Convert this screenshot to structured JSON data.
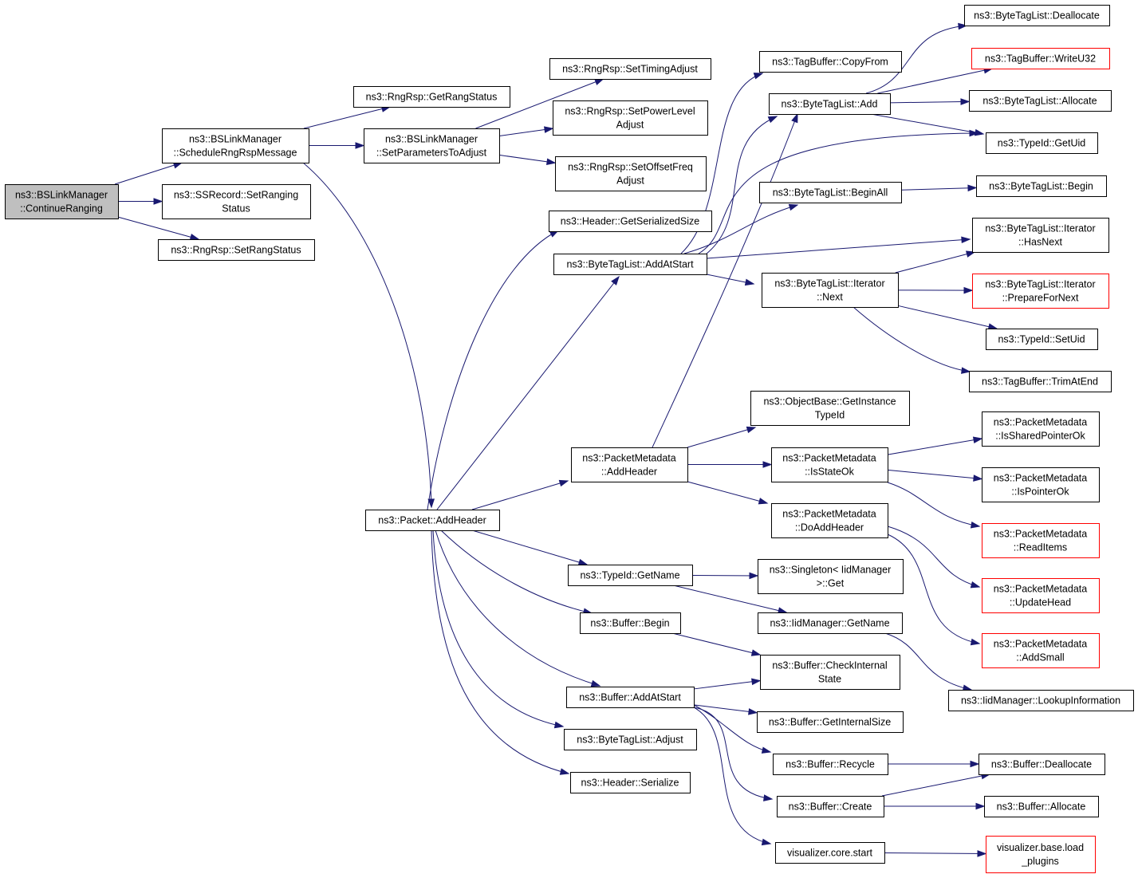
{
  "graph": {
    "edge_color": "#191970",
    "highlight_fill": "#bfbfbf",
    "red_border": "#ff0000",
    "nodes": [
      {
        "id": "n0",
        "lines": [
          "ns3::BSLinkManager",
          "::ContinueRanging"
        ],
        "root": true
      },
      {
        "id": "n1",
        "lines": [
          "ns3::BSLinkManager",
          "::ScheduleRngRspMessage"
        ]
      },
      {
        "id": "n2",
        "lines": [
          "ns3::SSRecord::SetRanging",
          "Status"
        ]
      },
      {
        "id": "n3",
        "lines": [
          "ns3::RngRsp::SetRangStatus"
        ]
      },
      {
        "id": "n4",
        "lines": [
          "ns3::RngRsp::GetRangStatus"
        ]
      },
      {
        "id": "n5",
        "lines": [
          "ns3::BSLinkManager",
          "::SetParametersToAdjust"
        ]
      },
      {
        "id": "n6",
        "lines": [
          "ns3::Packet::AddHeader"
        ]
      },
      {
        "id": "n7",
        "lines": [
          "ns3::RngRsp::SetTimingAdjust"
        ]
      },
      {
        "id": "n8",
        "lines": [
          "ns3::RngRsp::SetPowerLevel",
          "Adjust"
        ]
      },
      {
        "id": "n9",
        "lines": [
          "ns3::RngRsp::SetOffsetFreq",
          "Adjust"
        ]
      },
      {
        "id": "n10",
        "lines": [
          "ns3::Header::GetSerializedSize"
        ]
      },
      {
        "id": "n11",
        "lines": [
          "ns3::ByteTagList::AddAtStart"
        ]
      },
      {
        "id": "n12",
        "lines": [
          "ns3::PacketMetadata",
          "::AddHeader"
        ]
      },
      {
        "id": "n13",
        "lines": [
          "ns3::TypeId::GetName"
        ]
      },
      {
        "id": "n14",
        "lines": [
          "ns3::Buffer::Begin"
        ]
      },
      {
        "id": "n15",
        "lines": [
          "ns3::Buffer::AddAtStart"
        ]
      },
      {
        "id": "n16",
        "lines": [
          "ns3::ByteTagList::Adjust"
        ]
      },
      {
        "id": "n17",
        "lines": [
          "ns3::Header::Serialize"
        ]
      },
      {
        "id": "n18",
        "lines": [
          "ns3::TagBuffer::CopyFrom"
        ]
      },
      {
        "id": "n19",
        "lines": [
          "ns3::ByteTagList::Add"
        ]
      },
      {
        "id": "n20",
        "lines": [
          "ns3::ByteTagList::BeginAll"
        ]
      },
      {
        "id": "n21",
        "lines": [
          "ns3::ByteTagList::Iterator",
          "::Next"
        ]
      },
      {
        "id": "n22",
        "lines": [
          "ns3::ObjectBase::GetInstance",
          "TypeId"
        ]
      },
      {
        "id": "n23",
        "lines": [
          "ns3::PacketMetadata",
          "::IsStateOk"
        ]
      },
      {
        "id": "n24",
        "lines": [
          "ns3::PacketMetadata",
          "::DoAddHeader"
        ]
      },
      {
        "id": "n25",
        "lines": [
          "ns3::Singleton< IidManager",
          ">::Get"
        ]
      },
      {
        "id": "n26",
        "lines": [
          "ns3::IidManager::GetName"
        ]
      },
      {
        "id": "n27",
        "lines": [
          "ns3::Buffer::CheckInternal",
          "State"
        ]
      },
      {
        "id": "n28",
        "lines": [
          "ns3::Buffer::GetInternalSize"
        ]
      },
      {
        "id": "n29",
        "lines": [
          "ns3::Buffer::Recycle"
        ]
      },
      {
        "id": "n30",
        "lines": [
          "ns3::Buffer::Create"
        ]
      },
      {
        "id": "n31",
        "lines": [
          "visualizer.core.start"
        ]
      },
      {
        "id": "n32",
        "lines": [
          "ns3::ByteTagList::Deallocate"
        ]
      },
      {
        "id": "n33",
        "lines": [
          "ns3::TagBuffer::WriteU32"
        ],
        "red": true
      },
      {
        "id": "n34",
        "lines": [
          "ns3::ByteTagList::Allocate"
        ]
      },
      {
        "id": "n35",
        "lines": [
          "ns3::TypeId::GetUid"
        ]
      },
      {
        "id": "n36",
        "lines": [
          "ns3::ByteTagList::Begin"
        ]
      },
      {
        "id": "n37",
        "lines": [
          "ns3::ByteTagList::Iterator",
          "::HasNext"
        ]
      },
      {
        "id": "n38",
        "lines": [
          "ns3::ByteTagList::Iterator",
          "::PrepareForNext"
        ],
        "red": true
      },
      {
        "id": "n39",
        "lines": [
          "ns3::TypeId::SetUid"
        ]
      },
      {
        "id": "n40",
        "lines": [
          "ns3::TagBuffer::TrimAtEnd"
        ]
      },
      {
        "id": "n41",
        "lines": [
          "ns3::PacketMetadata",
          "::IsSharedPointerOk"
        ]
      },
      {
        "id": "n42",
        "lines": [
          "ns3::PacketMetadata",
          "::IsPointerOk"
        ]
      },
      {
        "id": "n43",
        "lines": [
          "ns3::PacketMetadata",
          "::ReadItems"
        ],
        "red": true
      },
      {
        "id": "n44",
        "lines": [
          "ns3::PacketMetadata",
          "::UpdateHead"
        ],
        "red": true
      },
      {
        "id": "n45",
        "lines": [
          "ns3::PacketMetadata",
          "::AddSmall"
        ],
        "red": true
      },
      {
        "id": "n46",
        "lines": [
          "ns3::IidManager::LookupInformation"
        ]
      },
      {
        "id": "n47",
        "lines": [
          "ns3::Buffer::Deallocate"
        ]
      },
      {
        "id": "n48",
        "lines": [
          "ns3::Buffer::Allocate"
        ]
      },
      {
        "id": "n49",
        "lines": [
          "visualizer.base.load",
          "_plugins"
        ],
        "red": true
      }
    ],
    "edges": [
      [
        "n0",
        "n1"
      ],
      [
        "n0",
        "n2"
      ],
      [
        "n0",
        "n3"
      ],
      [
        "n1",
        "n4"
      ],
      [
        "n1",
        "n5"
      ],
      [
        "n1",
        "n6"
      ],
      [
        "n5",
        "n7"
      ],
      [
        "n5",
        "n8"
      ],
      [
        "n5",
        "n9"
      ],
      [
        "n6",
        "n10"
      ],
      [
        "n6",
        "n11"
      ],
      [
        "n6",
        "n12"
      ],
      [
        "n6",
        "n13"
      ],
      [
        "n6",
        "n14"
      ],
      [
        "n6",
        "n15"
      ],
      [
        "n6",
        "n16"
      ],
      [
        "n6",
        "n17"
      ],
      [
        "n11",
        "n18"
      ],
      [
        "n11",
        "n19"
      ],
      [
        "n11",
        "n20"
      ],
      [
        "n11",
        "n21"
      ],
      [
        "n11",
        "n37"
      ],
      [
        "n11",
        "n35"
      ],
      [
        "n19",
        "n32"
      ],
      [
        "n19",
        "n33"
      ],
      [
        "n19",
        "n34"
      ],
      [
        "n19",
        "n35"
      ],
      [
        "n20",
        "n36"
      ],
      [
        "n21",
        "n37"
      ],
      [
        "n21",
        "n38"
      ],
      [
        "n21",
        "n39"
      ],
      [
        "n21",
        "n40"
      ],
      [
        "n12",
        "n22"
      ],
      [
        "n12",
        "n23"
      ],
      [
        "n12",
        "n24"
      ],
      [
        "n12",
        "n19"
      ],
      [
        "n23",
        "n41"
      ],
      [
        "n23",
        "n42"
      ],
      [
        "n23",
        "n43"
      ],
      [
        "n24",
        "n44"
      ],
      [
        "n24",
        "n45"
      ],
      [
        "n13",
        "n25"
      ],
      [
        "n13",
        "n26"
      ],
      [
        "n26",
        "n46"
      ],
      [
        "n14",
        "n27"
      ],
      [
        "n15",
        "n27"
      ],
      [
        "n15",
        "n28"
      ],
      [
        "n15",
        "n29"
      ],
      [
        "n15",
        "n30"
      ],
      [
        "n15",
        "n31"
      ],
      [
        "n29",
        "n47"
      ],
      [
        "n30",
        "n47"
      ],
      [
        "n30",
        "n48"
      ],
      [
        "n31",
        "n49"
      ]
    ]
  }
}
